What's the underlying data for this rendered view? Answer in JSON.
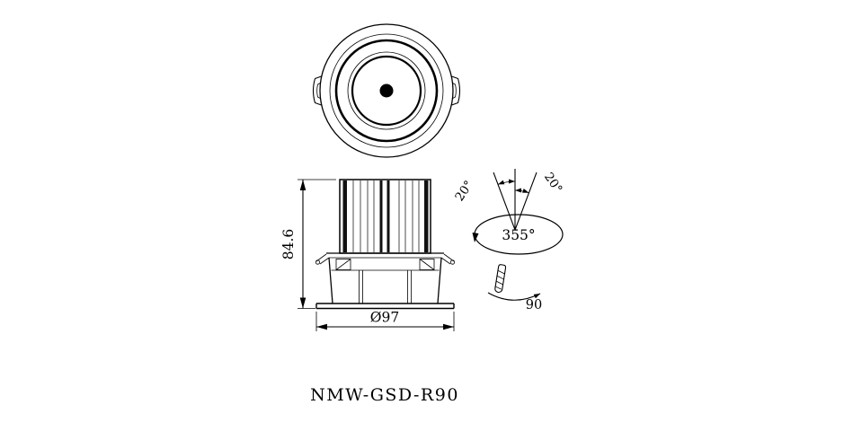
{
  "title": "NMW-GSD-R90",
  "dimensions": {
    "height": "84.6",
    "diameter": "Ø97"
  },
  "angles": {
    "tilt_left": "20°",
    "tilt_right": "20°",
    "rotation": "355°",
    "swivel": "90"
  }
}
